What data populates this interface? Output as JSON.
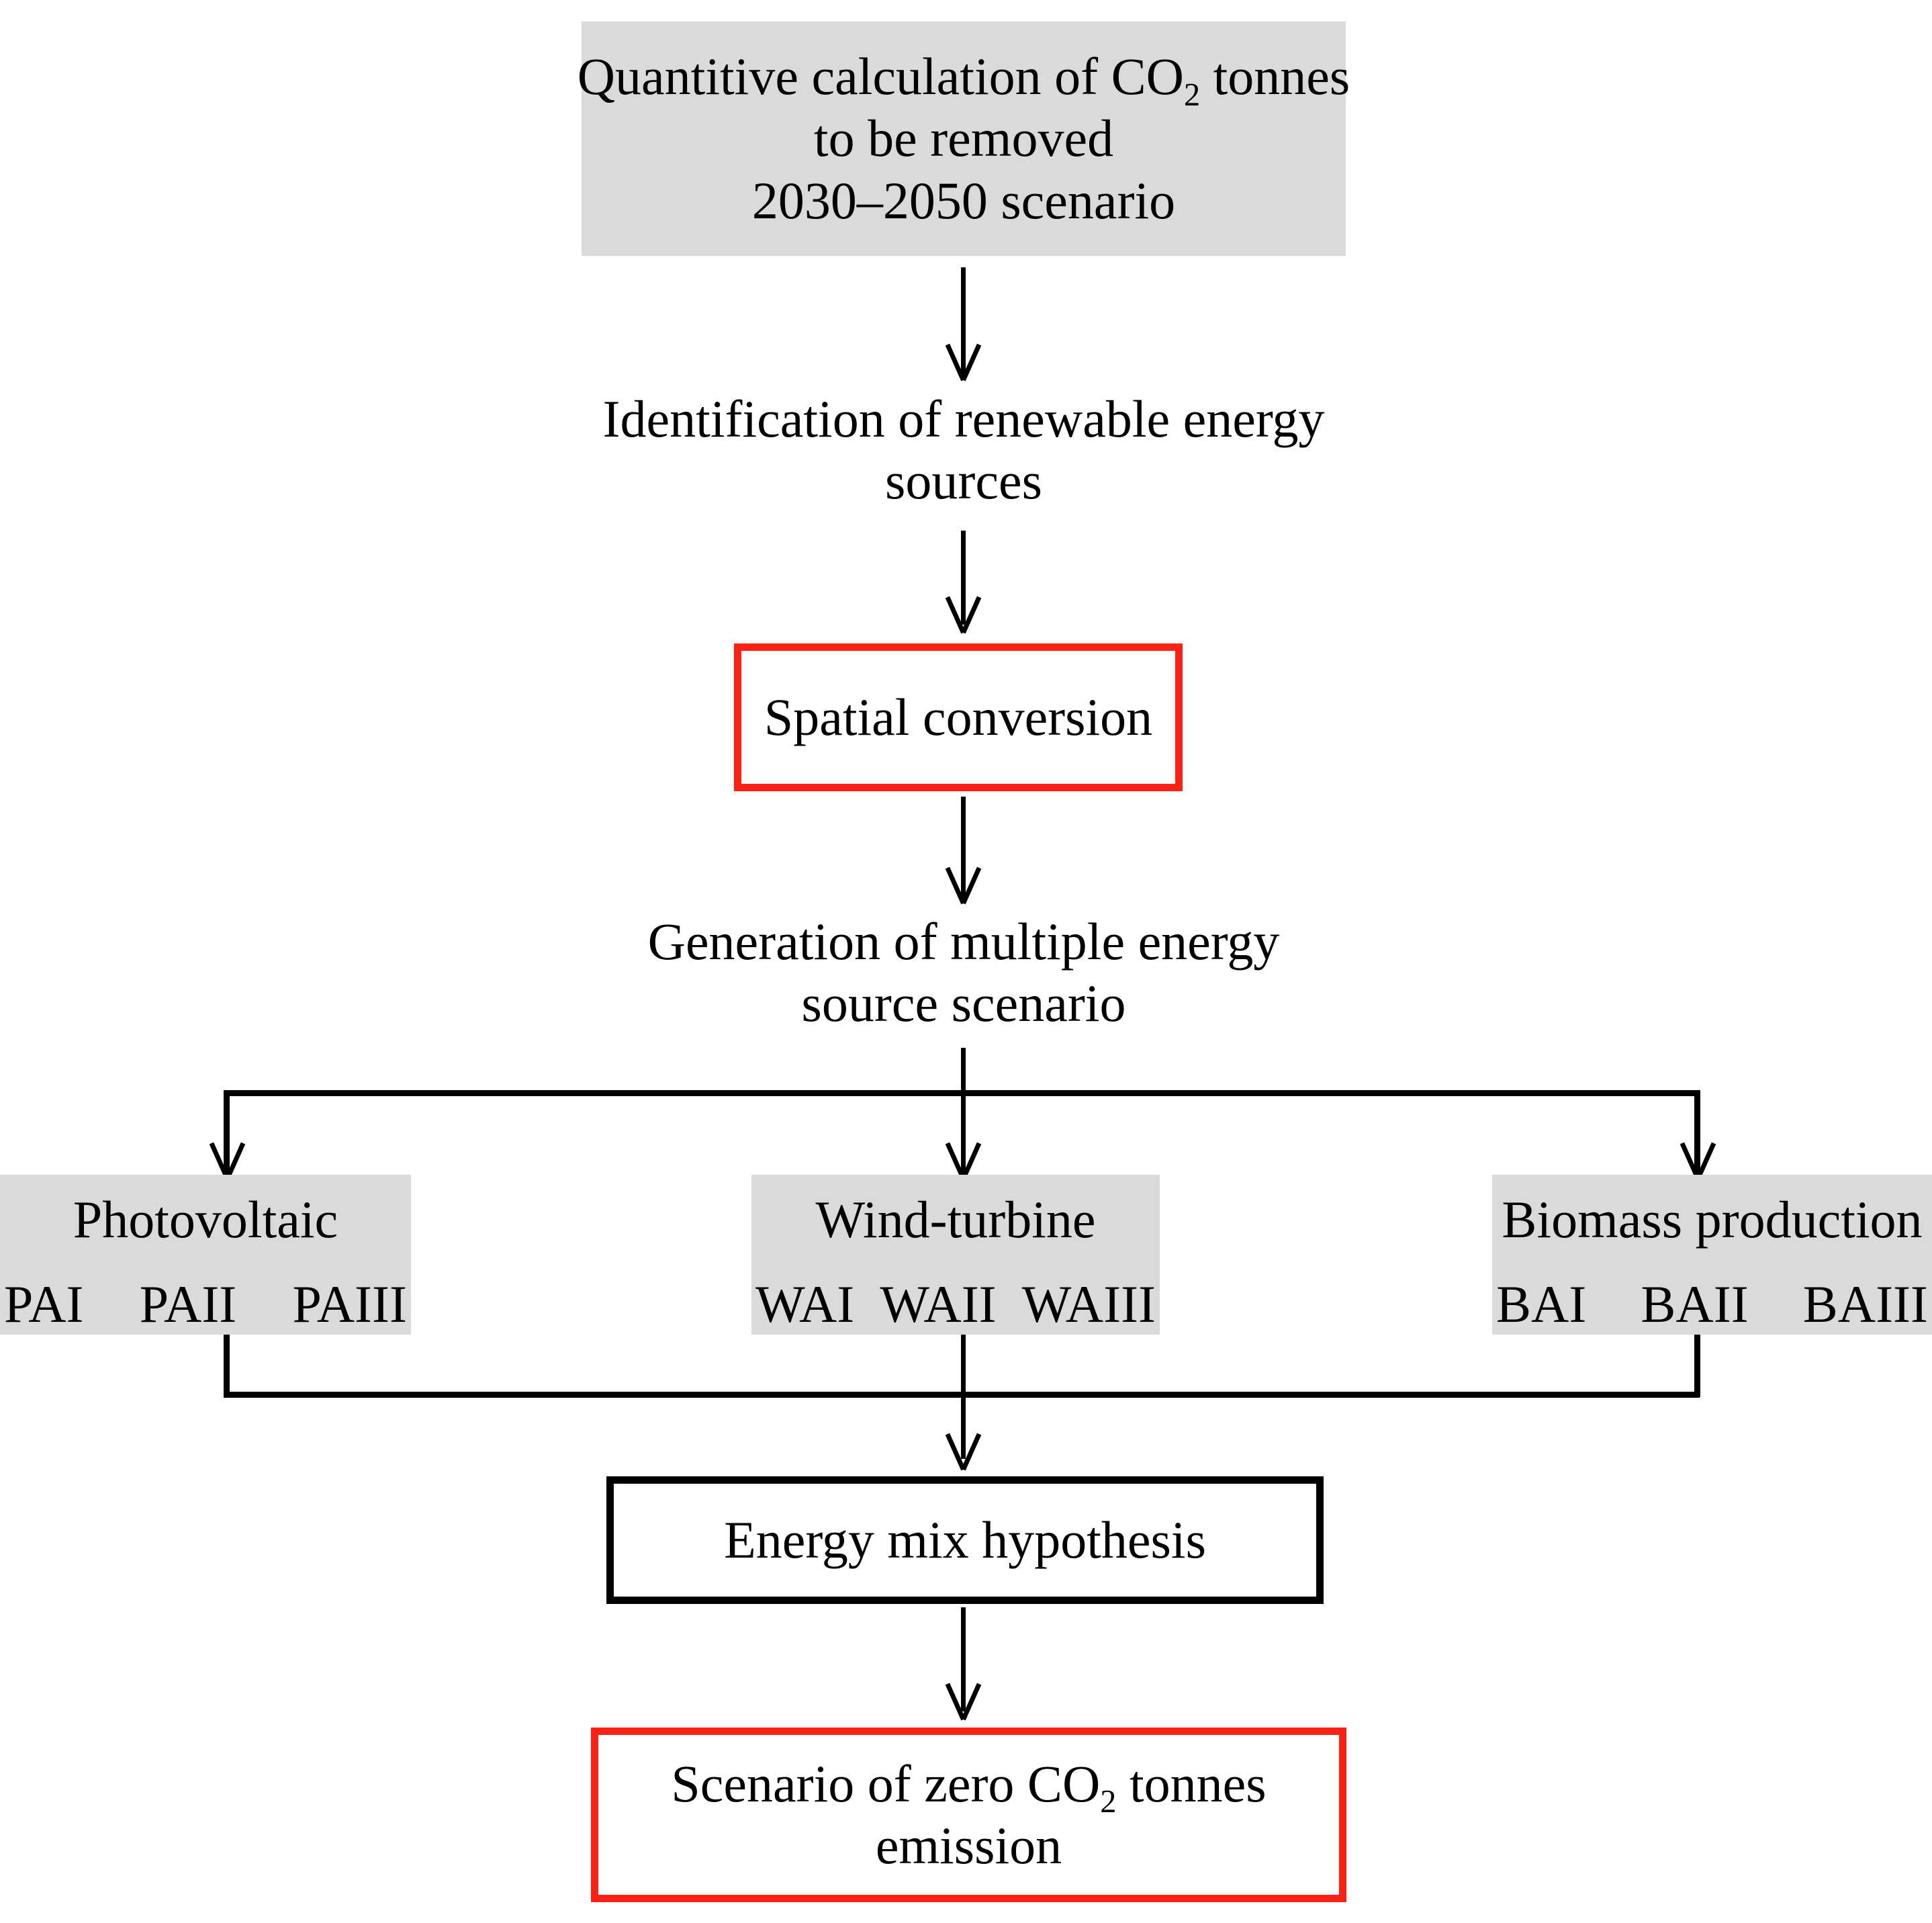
{
  "diagram": {
    "title_visible": false,
    "colors": {
      "node_fill_gray": "#dadada",
      "highlight_border_red": "#fb2114",
      "border_black": "#000000",
      "background": "#ffffff",
      "text": "#000000"
    },
    "nodes": {
      "co2_calculation": {
        "id": "co2-calculation",
        "style": "gray-fill",
        "line1_pre": "Quantitive calculation of CO",
        "line1_sub": "2",
        "line1_post": " tonnes",
        "line2": "to be removed",
        "line3": "2030–2050 scenario"
      },
      "identify_sources": {
        "id": "identify-renewable-sources",
        "style": "plain-text",
        "line1": "Identification of renewable energy",
        "line2": "sources"
      },
      "spatial_conversion": {
        "id": "spatial-conversion",
        "style": "red-border",
        "line1": "Spatial conversion"
      },
      "generation_scenario": {
        "id": "generation-multiple-energy-source-scenario",
        "style": "plain-text",
        "line1": "Generation of multiple energy",
        "line2": "source scenario"
      },
      "photovoltaic": {
        "id": "photovoltaic",
        "style": "gray-fill",
        "title": "Photovoltaic",
        "codes": [
          "PAI",
          "PAII",
          "PAIII"
        ]
      },
      "wind_turbine": {
        "id": "wind-turbine",
        "style": "gray-fill",
        "title": "Wind-turbine",
        "codes": [
          "WAI",
          "WAII",
          "WAIII"
        ]
      },
      "biomass_production": {
        "id": "biomass-production",
        "style": "gray-fill",
        "title": "Biomass production",
        "codes": [
          "BAI",
          "BAII",
          "BAIII"
        ]
      },
      "energy_mix": {
        "id": "energy-mix-hypothesis",
        "style": "black-border",
        "line1": "Energy mix hypothesis"
      },
      "zero_emission": {
        "id": "scenario-zero-co2-emission",
        "style": "red-border",
        "line1_pre": "Scenario of zero CO",
        "line1_sub": "2",
        "line1_post": " tonnes",
        "line2": "emission"
      }
    },
    "edges": [
      {
        "from": "co2_calculation",
        "to": "identify_sources",
        "type": "arrow-down"
      },
      {
        "from": "identify_sources",
        "to": "spatial_conversion",
        "type": "arrow-down"
      },
      {
        "from": "spatial_conversion",
        "to": "generation_scenario",
        "type": "arrow-down"
      },
      {
        "from": "generation_scenario",
        "to": "photovoltaic",
        "type": "split-arrow-down"
      },
      {
        "from": "generation_scenario",
        "to": "wind_turbine",
        "type": "split-arrow-down"
      },
      {
        "from": "generation_scenario",
        "to": "biomass_production",
        "type": "split-arrow-down"
      },
      {
        "from": "photovoltaic",
        "to": "energy_mix",
        "type": "merge-arrow-down"
      },
      {
        "from": "wind_turbine",
        "to": "energy_mix",
        "type": "merge-arrow-down"
      },
      {
        "from": "biomass_production",
        "to": "energy_mix",
        "type": "merge-arrow-down"
      },
      {
        "from": "energy_mix",
        "to": "zero_emission",
        "type": "arrow-down"
      }
    ]
  }
}
